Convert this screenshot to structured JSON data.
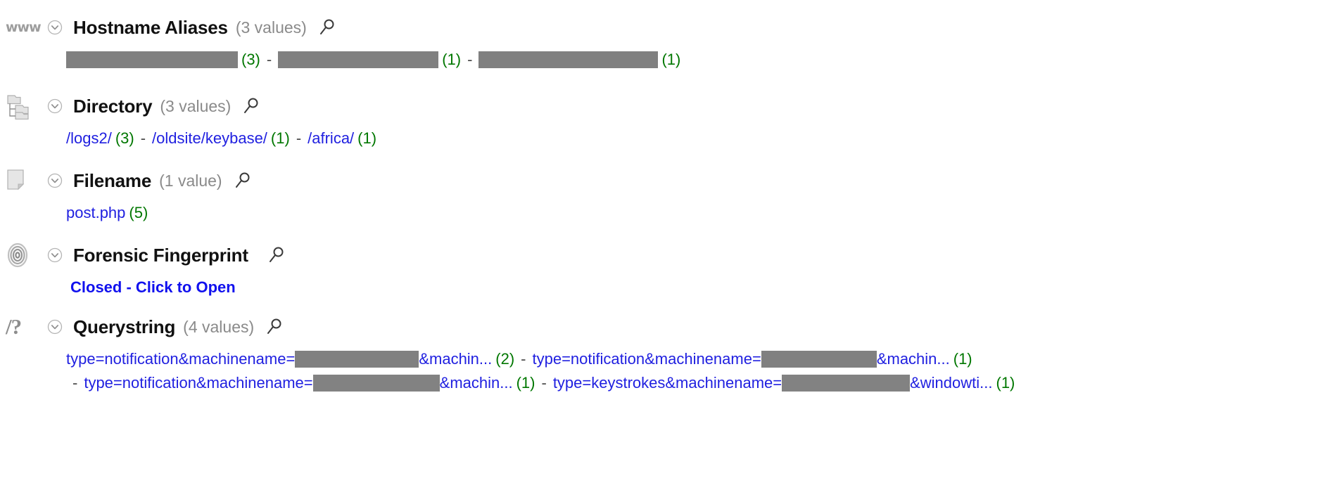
{
  "colors": {
    "link": "#2020e0",
    "count": "#007700",
    "title": "#111111",
    "muted": "#8a8a8a",
    "redaction": "#808080",
    "closed_link": "#1111ee"
  },
  "sections": [
    {
      "id": "hostname-aliases",
      "icon": "www-icon",
      "icon_label": "www",
      "title": "Hostname Aliases",
      "count_label": "(3 values)",
      "expander": "chevron-down-icon",
      "search": "search-icon",
      "values": [
        {
          "text": "",
          "redacted": true,
          "redact_width": 244,
          "count": "(3)"
        },
        {
          "text": "",
          "redacted": true,
          "redact_width": 228,
          "count": "(1)"
        },
        {
          "text": "",
          "redacted": true,
          "redact_width": 255,
          "count": "(1)"
        }
      ]
    },
    {
      "id": "directory",
      "icon": "folder-tree-icon",
      "title": "Directory",
      "count_label": "(3 values)",
      "expander": "chevron-down-icon",
      "search": "search-icon",
      "values": [
        {
          "text": "/logs2/",
          "redacted": false,
          "count": "(3)"
        },
        {
          "text": "/oldsite/keybase/",
          "redacted": false,
          "count": "(1)"
        },
        {
          "text": "/africa/",
          "redacted": false,
          "count": "(1)"
        }
      ]
    },
    {
      "id": "filename",
      "icon": "page-icon",
      "title": "Filename",
      "count_label": "(1 value)",
      "expander": "chevron-down-icon",
      "search": "search-icon",
      "values": [
        {
          "text": "post.php",
          "redacted": false,
          "count": "(5)"
        }
      ]
    },
    {
      "id": "forensic-fingerprint",
      "icon": "fingerprint-icon",
      "title": "Forensic Fingerprint",
      "count_label": "",
      "expander": "chevron-down-icon",
      "search": "search-icon",
      "closed_label": "Closed - Click to Open",
      "values": []
    },
    {
      "id": "querystring",
      "icon": "querystring-icon",
      "icon_label": "/?",
      "title": "Querystring",
      "count_label": "(4 values)",
      "expander": "chevron-down-icon",
      "search": "search-icon",
      "values": [
        {
          "prefix": "type=notification&machinename=",
          "redacted": true,
          "redact_width": 176,
          "suffix": "&machin...",
          "count": "(2)"
        },
        {
          "prefix": "type=notification&machinename=",
          "redacted": true,
          "redact_width": 164,
          "suffix": "&machin...",
          "count": "(1)"
        },
        {
          "prefix": "type=notification&machinename=",
          "redacted": true,
          "redact_width": 180,
          "suffix": "&machin...",
          "count": "(1)"
        },
        {
          "prefix": "type=keystrokes&machinename=",
          "redacted": true,
          "redact_width": 182,
          "suffix": "&windowti...",
          "count": "(1)"
        }
      ]
    }
  ]
}
